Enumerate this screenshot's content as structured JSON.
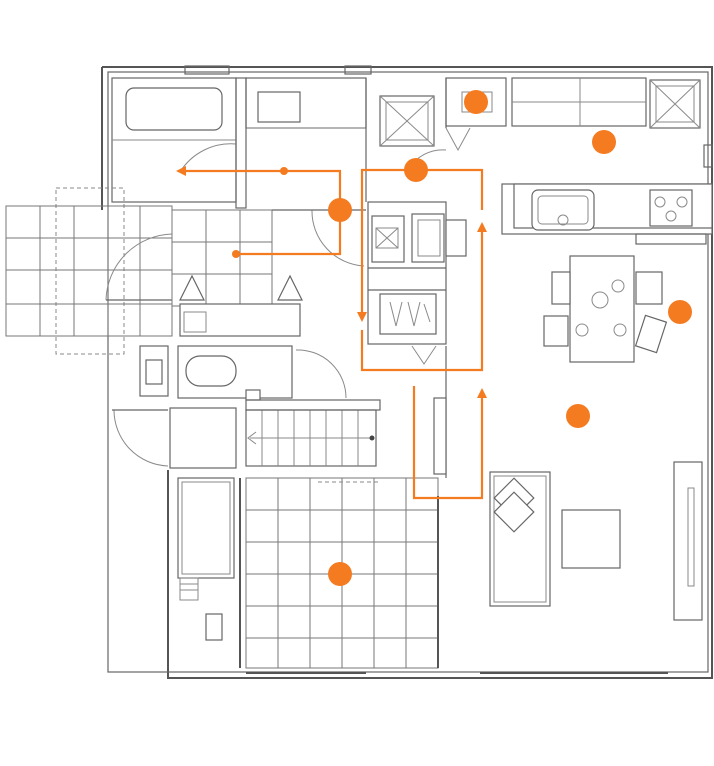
{
  "diagram": {
    "kind": "floor-plan",
    "accent_color": "#f47b20",
    "line_color": "#555555",
    "background": "#ffffff",
    "markers": [
      "kitchen-storage-marker",
      "kitchen-marker",
      "dining-marker",
      "living-marker",
      "pantry-marker",
      "hallway-marker",
      "washroom-marker",
      "japanese-room-marker"
    ]
  }
}
